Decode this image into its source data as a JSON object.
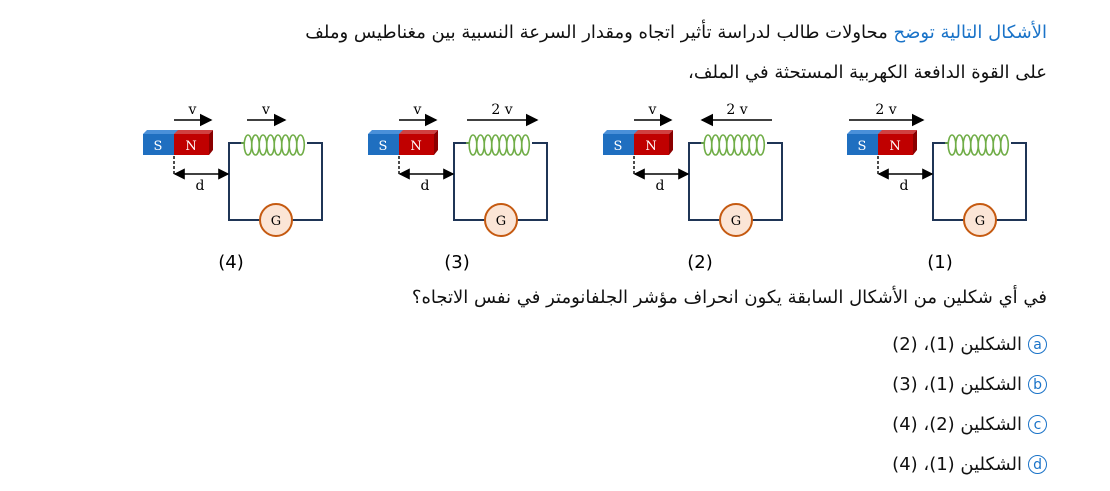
{
  "intro": {
    "highlight": "الأشكال التالية توضح",
    "rest": " محاولات طالب لدراسة تأثير اتجاه ومقدار السرعة النسبية بين مغناطيس وملف",
    "line2": "على القوة الدافعة الكهربية المستحثة في الملف،"
  },
  "figures": [
    {
      "label": "(4)",
      "magnet": {
        "speed": "v",
        "direction": "right"
      },
      "coil": {
        "speed": "v",
        "direction": "right"
      }
    },
    {
      "label": "(3)",
      "magnet": {
        "speed": "v",
        "direction": "right"
      },
      "coil": {
        "speed": "2 v",
        "direction": "right"
      }
    },
    {
      "label": "(2)",
      "magnet": {
        "speed": "v",
        "direction": "right"
      },
      "coil": {
        "speed": "2 v",
        "direction": "left"
      }
    },
    {
      "label": "(1)",
      "magnet": {
        "speed": "2 v",
        "direction": "right"
      },
      "coil": {
        "speed": "",
        "direction": "none"
      }
    }
  ],
  "figure_text": {
    "south": "S",
    "north": "N",
    "distance": "d",
    "galvanometer": "G"
  },
  "question": "في أي شكلين من الأشكال السابقة يكون انحراف مؤشر الجلفانومتر في نفس الاتجاه؟",
  "options": [
    {
      "letter": "a",
      "text": "الشكلين (1)، (2)"
    },
    {
      "letter": "b",
      "text": "الشكلين (1)، (3)"
    },
    {
      "letter": "c",
      "text": "الشكلين (2)، (4)"
    },
    {
      "letter": "d",
      "text": "الشكلين (1)، (4)"
    }
  ],
  "colors": {
    "accent": "#1a73c8",
    "south": "#1f6fc0",
    "north": "#c00000",
    "coil": "#70ad47",
    "wire": "#1f3556",
    "galvo_fill": "#fbe5d6",
    "galvo_stroke": "#c55a11"
  }
}
